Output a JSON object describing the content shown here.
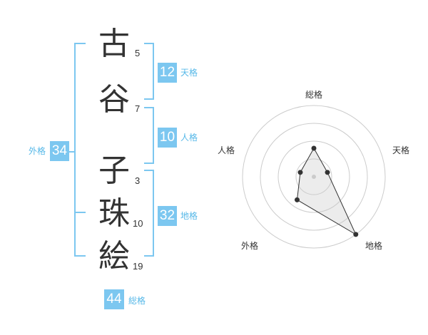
{
  "name": {
    "chars": [
      {
        "char": "古",
        "strokes": "5"
      },
      {
        "char": "谷",
        "strokes": "7"
      },
      {
        "char": "子",
        "strokes": "3"
      },
      {
        "char": "珠",
        "strokes": "10"
      },
      {
        "char": "絵",
        "strokes": "19"
      }
    ]
  },
  "fortunes": {
    "tenkaku": {
      "value": "12",
      "label": "天格"
    },
    "jinkaku": {
      "value": "10",
      "label": "人格"
    },
    "chikaku": {
      "value": "32",
      "label": "地格"
    },
    "gaikaku": {
      "value": "34",
      "label": "外格"
    },
    "soukaku": {
      "value": "44",
      "label": "総格"
    }
  },
  "colors": {
    "accent": "#7cc7f0",
    "accent_text": "#56b8e8",
    "text": "#333333",
    "grid": "#cccccc"
  },
  "radar": {
    "axes": [
      "総格",
      "天格",
      "地格",
      "外格",
      "人格"
    ],
    "levels": 4,
    "max": 5,
    "values": [
      2,
      1,
      5,
      2,
      1
    ]
  }
}
